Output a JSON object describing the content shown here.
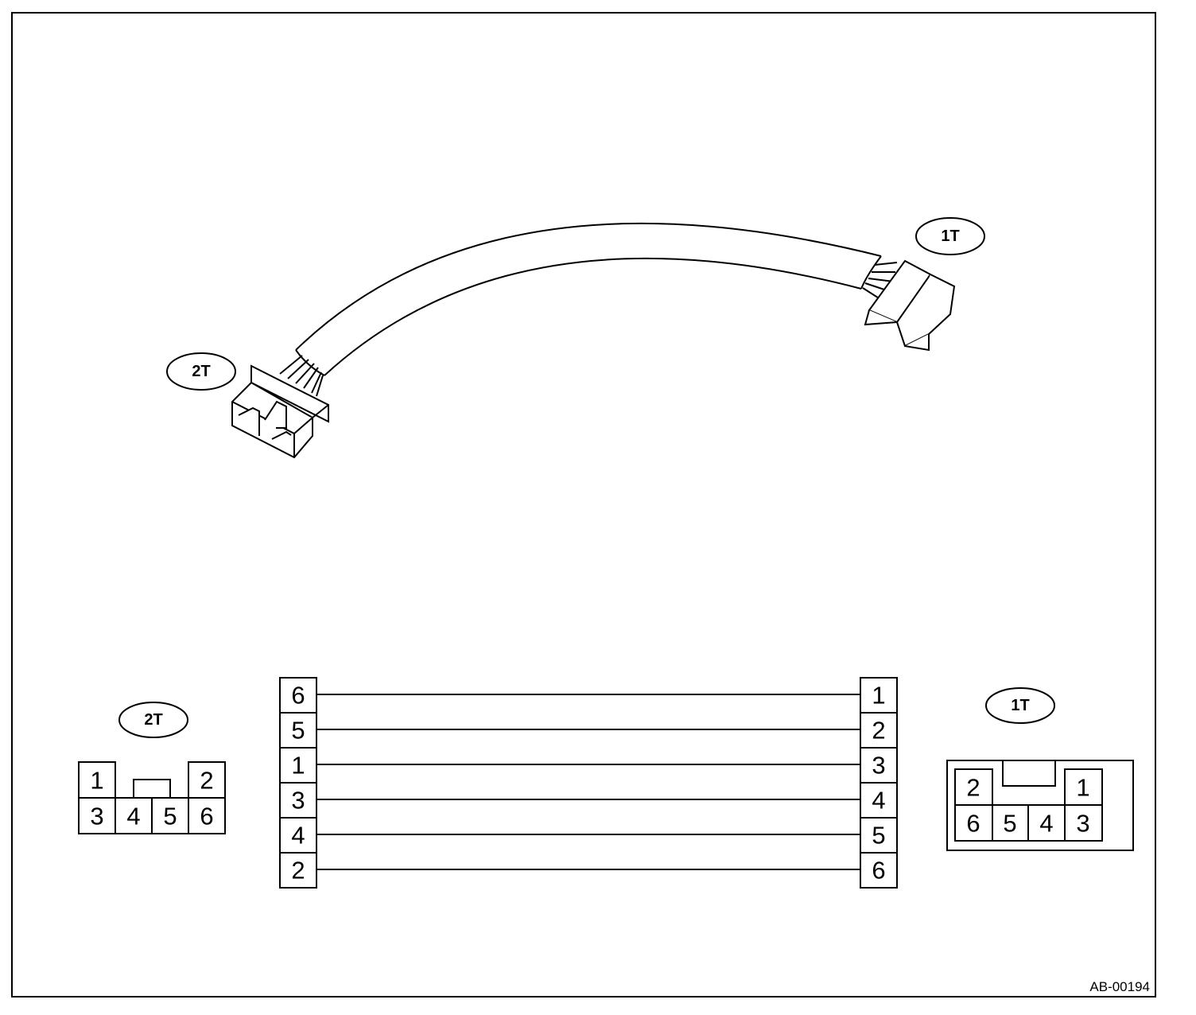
{
  "figure_code": "AB-00194",
  "connectors": {
    "two_t": {
      "label": "2T",
      "top_row": [
        "1",
        "2"
      ],
      "bottom_row": [
        "3",
        "4",
        "5",
        "6"
      ]
    },
    "one_t": {
      "label": "1T",
      "top_row": [
        "2",
        "1"
      ],
      "bottom_row": [
        "6",
        "5",
        "4",
        "3"
      ]
    }
  },
  "wiring": [
    {
      "from": "6",
      "to": "1"
    },
    {
      "from": "5",
      "to": "2"
    },
    {
      "from": "1",
      "to": "3"
    },
    {
      "from": "3",
      "to": "4"
    },
    {
      "from": "4",
      "to": "5"
    },
    {
      "from": "2",
      "to": "6"
    }
  ]
}
